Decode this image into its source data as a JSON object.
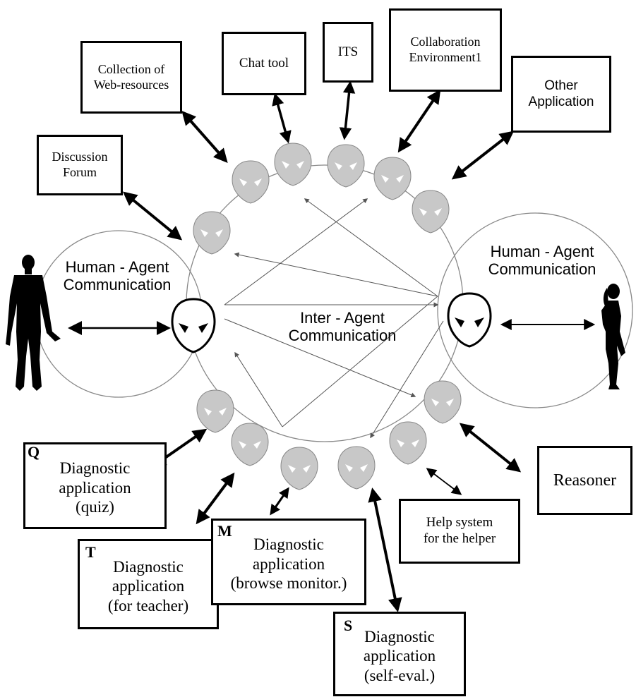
{
  "boxes": {
    "discussion": [
      "Discussion",
      "Forum"
    ],
    "collection": [
      "Collection of",
      "Web-resources"
    ],
    "chat": "Chat tool",
    "its": "ITS",
    "collab": [
      "Collaboration",
      "Environment1"
    ],
    "other": [
      "Other",
      "Application"
    ],
    "quiz": {
      "letter": "Q",
      "lines": [
        "Diagnostic",
        "application",
        "(quiz)"
      ]
    },
    "teacher": {
      "letter": "T",
      "lines": [
        "Diagnostic",
        "application",
        "(for teacher)"
      ]
    },
    "browse": {
      "letter": "M",
      "lines": [
        "Diagnostic",
        "application",
        "(browse monitor.)"
      ]
    },
    "self": {
      "letter": "S",
      "lines": [
        "Diagnostic",
        "application",
        "(self-eval.)"
      ]
    },
    "help": [
      "Help system",
      "for the helper"
    ],
    "reasoner": "Reasoner"
  },
  "labels": {
    "hac_left": [
      "Human - Agent",
      "Communication"
    ],
    "hac_right": [
      "Human - Agent",
      "Communication"
    ],
    "iac": [
      "Inter - Agent",
      "Communication"
    ]
  },
  "colors": {
    "agent_fill": "#c8c8c8",
    "line": "#000000",
    "thin_line": "#555555"
  }
}
